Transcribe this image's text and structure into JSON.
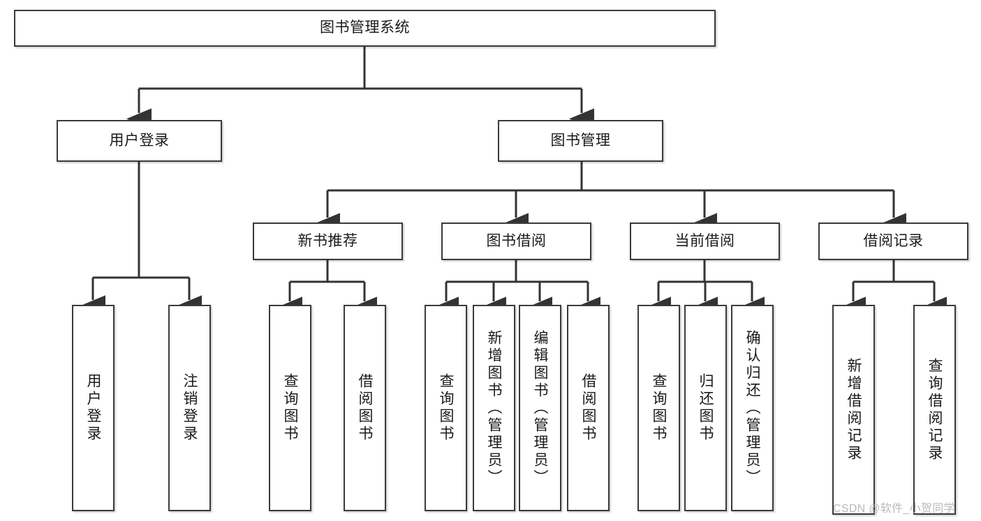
{
  "diagram": {
    "type": "tree-hierarchy",
    "title": "图书管理系统",
    "root": {
      "id": "root",
      "label": "图书管理系统",
      "orientation": "horizontal"
    },
    "level2": [
      {
        "id": "user-login",
        "label": "用户登录",
        "orientation": "horizontal"
      },
      {
        "id": "book-manage",
        "label": "图书管理",
        "orientation": "horizontal"
      }
    ],
    "level3": [
      {
        "id": "new-book-recommend",
        "label": "新书推荐",
        "orientation": "horizontal",
        "parent": "book-manage"
      },
      {
        "id": "book-borrow",
        "label": "图书借阅",
        "orientation": "horizontal",
        "parent": "book-manage"
      },
      {
        "id": "current-borrow",
        "label": "当前借阅",
        "orientation": "horizontal",
        "parent": "book-manage"
      },
      {
        "id": "borrow-record",
        "label": "借阅记录",
        "orientation": "horizontal",
        "parent": "book-manage"
      }
    ],
    "leaves": [
      {
        "id": "leaf-user-login",
        "label": "用户登录",
        "parent": "user-login",
        "orientation": "vertical"
      },
      {
        "id": "leaf-user-logout",
        "label": "注销登录",
        "parent": "user-login",
        "orientation": "vertical"
      },
      {
        "id": "leaf-query-book-1",
        "label": "查询图书",
        "parent": "new-book-recommend",
        "orientation": "vertical"
      },
      {
        "id": "leaf-borrow-book-1",
        "label": "借阅图书",
        "parent": "new-book-recommend",
        "orientation": "vertical"
      },
      {
        "id": "leaf-query-book-2",
        "label": "查询图书",
        "parent": "book-borrow",
        "orientation": "vertical"
      },
      {
        "id": "leaf-add-book",
        "label": "新增图书（管理员）",
        "parent": "book-borrow",
        "orientation": "vertical"
      },
      {
        "id": "leaf-edit-book",
        "label": "编辑图书（管理员）",
        "parent": "book-borrow",
        "orientation": "vertical"
      },
      {
        "id": "leaf-borrow-book-2",
        "label": "借阅图书",
        "parent": "book-borrow",
        "orientation": "vertical"
      },
      {
        "id": "leaf-query-book-3",
        "label": "查询图书",
        "parent": "current-borrow",
        "orientation": "vertical"
      },
      {
        "id": "leaf-return-book",
        "label": "归还图书",
        "parent": "current-borrow",
        "orientation": "vertical"
      },
      {
        "id": "leaf-confirm-return",
        "label": "确认归还（管理员）",
        "parent": "current-borrow",
        "orientation": "vertical"
      },
      {
        "id": "leaf-add-record",
        "label": "新增借阅记录",
        "parent": "borrow-record",
        "orientation": "vertical"
      },
      {
        "id": "leaf-query-record",
        "label": "查询借阅记录",
        "parent": "borrow-record",
        "orientation": "vertical"
      }
    ],
    "colors": {
      "border": "#3a3a3a",
      "edge": "#333333",
      "background": "#ffffff",
      "text": "#1a1a1a",
      "watermark": "#b9b9b9"
    }
  },
  "watermark": {
    "text": "CSDN @软件_小贺同学"
  }
}
